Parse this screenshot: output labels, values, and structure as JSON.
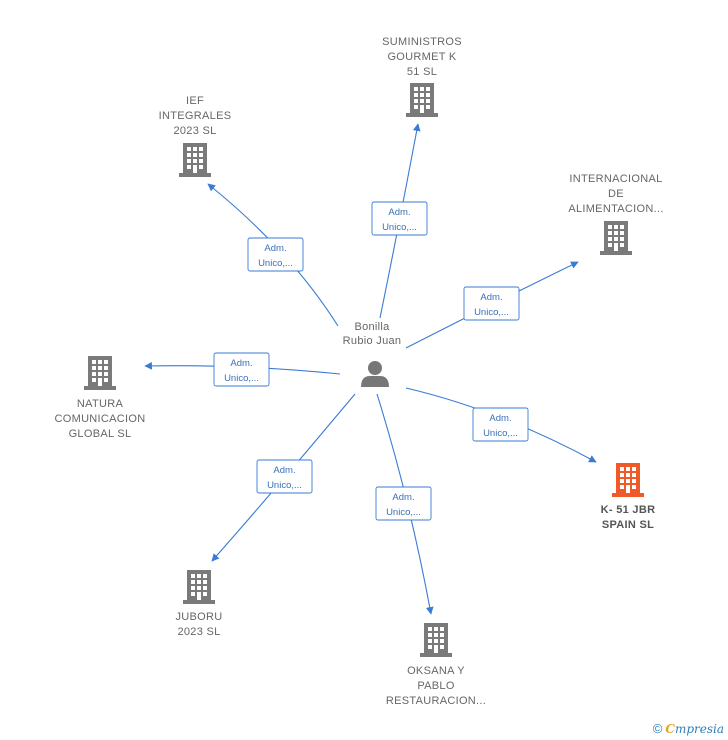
{
  "center": {
    "label_lines": [
      "Bonilla",
      "Rubio Juan"
    ]
  },
  "colors": {
    "edge": "#3a7bd5",
    "building": "#7a7a7a",
    "highlight": "#f05a28",
    "person": "#777777"
  },
  "nodes": [
    {
      "id": "suministros",
      "label_lines": [
        "SUMINISTROS",
        "GOURMET K",
        "51  SL"
      ],
      "highlight": false,
      "edge_label": [
        "Adm.",
        "Unico,..."
      ]
    },
    {
      "id": "ief",
      "label_lines": [
        "IEF",
        "INTEGRALES",
        "2023  SL"
      ],
      "highlight": false,
      "edge_label": [
        "Adm.",
        "Unico,..."
      ]
    },
    {
      "id": "internacional",
      "label_lines": [
        "INTERNACIONAL",
        "DE",
        "ALIMENTACION..."
      ],
      "highlight": false,
      "edge_label": [
        "Adm.",
        "Unico,..."
      ]
    },
    {
      "id": "natura",
      "label_lines": [
        "NATURA",
        "COMUNICACION",
        "GLOBAL  SL"
      ],
      "highlight": false,
      "edge_label": [
        "Adm.",
        "Unico,..."
      ]
    },
    {
      "id": "k51",
      "label_lines": [
        "K- 51 JBR",
        "SPAIN  SL"
      ],
      "highlight": true,
      "edge_label": [
        "Adm.",
        "Unico,..."
      ]
    },
    {
      "id": "juboru",
      "label_lines": [
        "JUBORU",
        "2023  SL"
      ],
      "highlight": false,
      "edge_label": [
        "Adm.",
        "Unico,..."
      ]
    },
    {
      "id": "oksana",
      "label_lines": [
        "OKSANA Y",
        "PABLO",
        "RESTAURACION..."
      ],
      "highlight": false,
      "edge_label": [
        "Adm.",
        "Unico,..."
      ]
    }
  ],
  "footer": {
    "copyright": "©",
    "brand_first": "C",
    "brand_rest": "mpresia"
  }
}
